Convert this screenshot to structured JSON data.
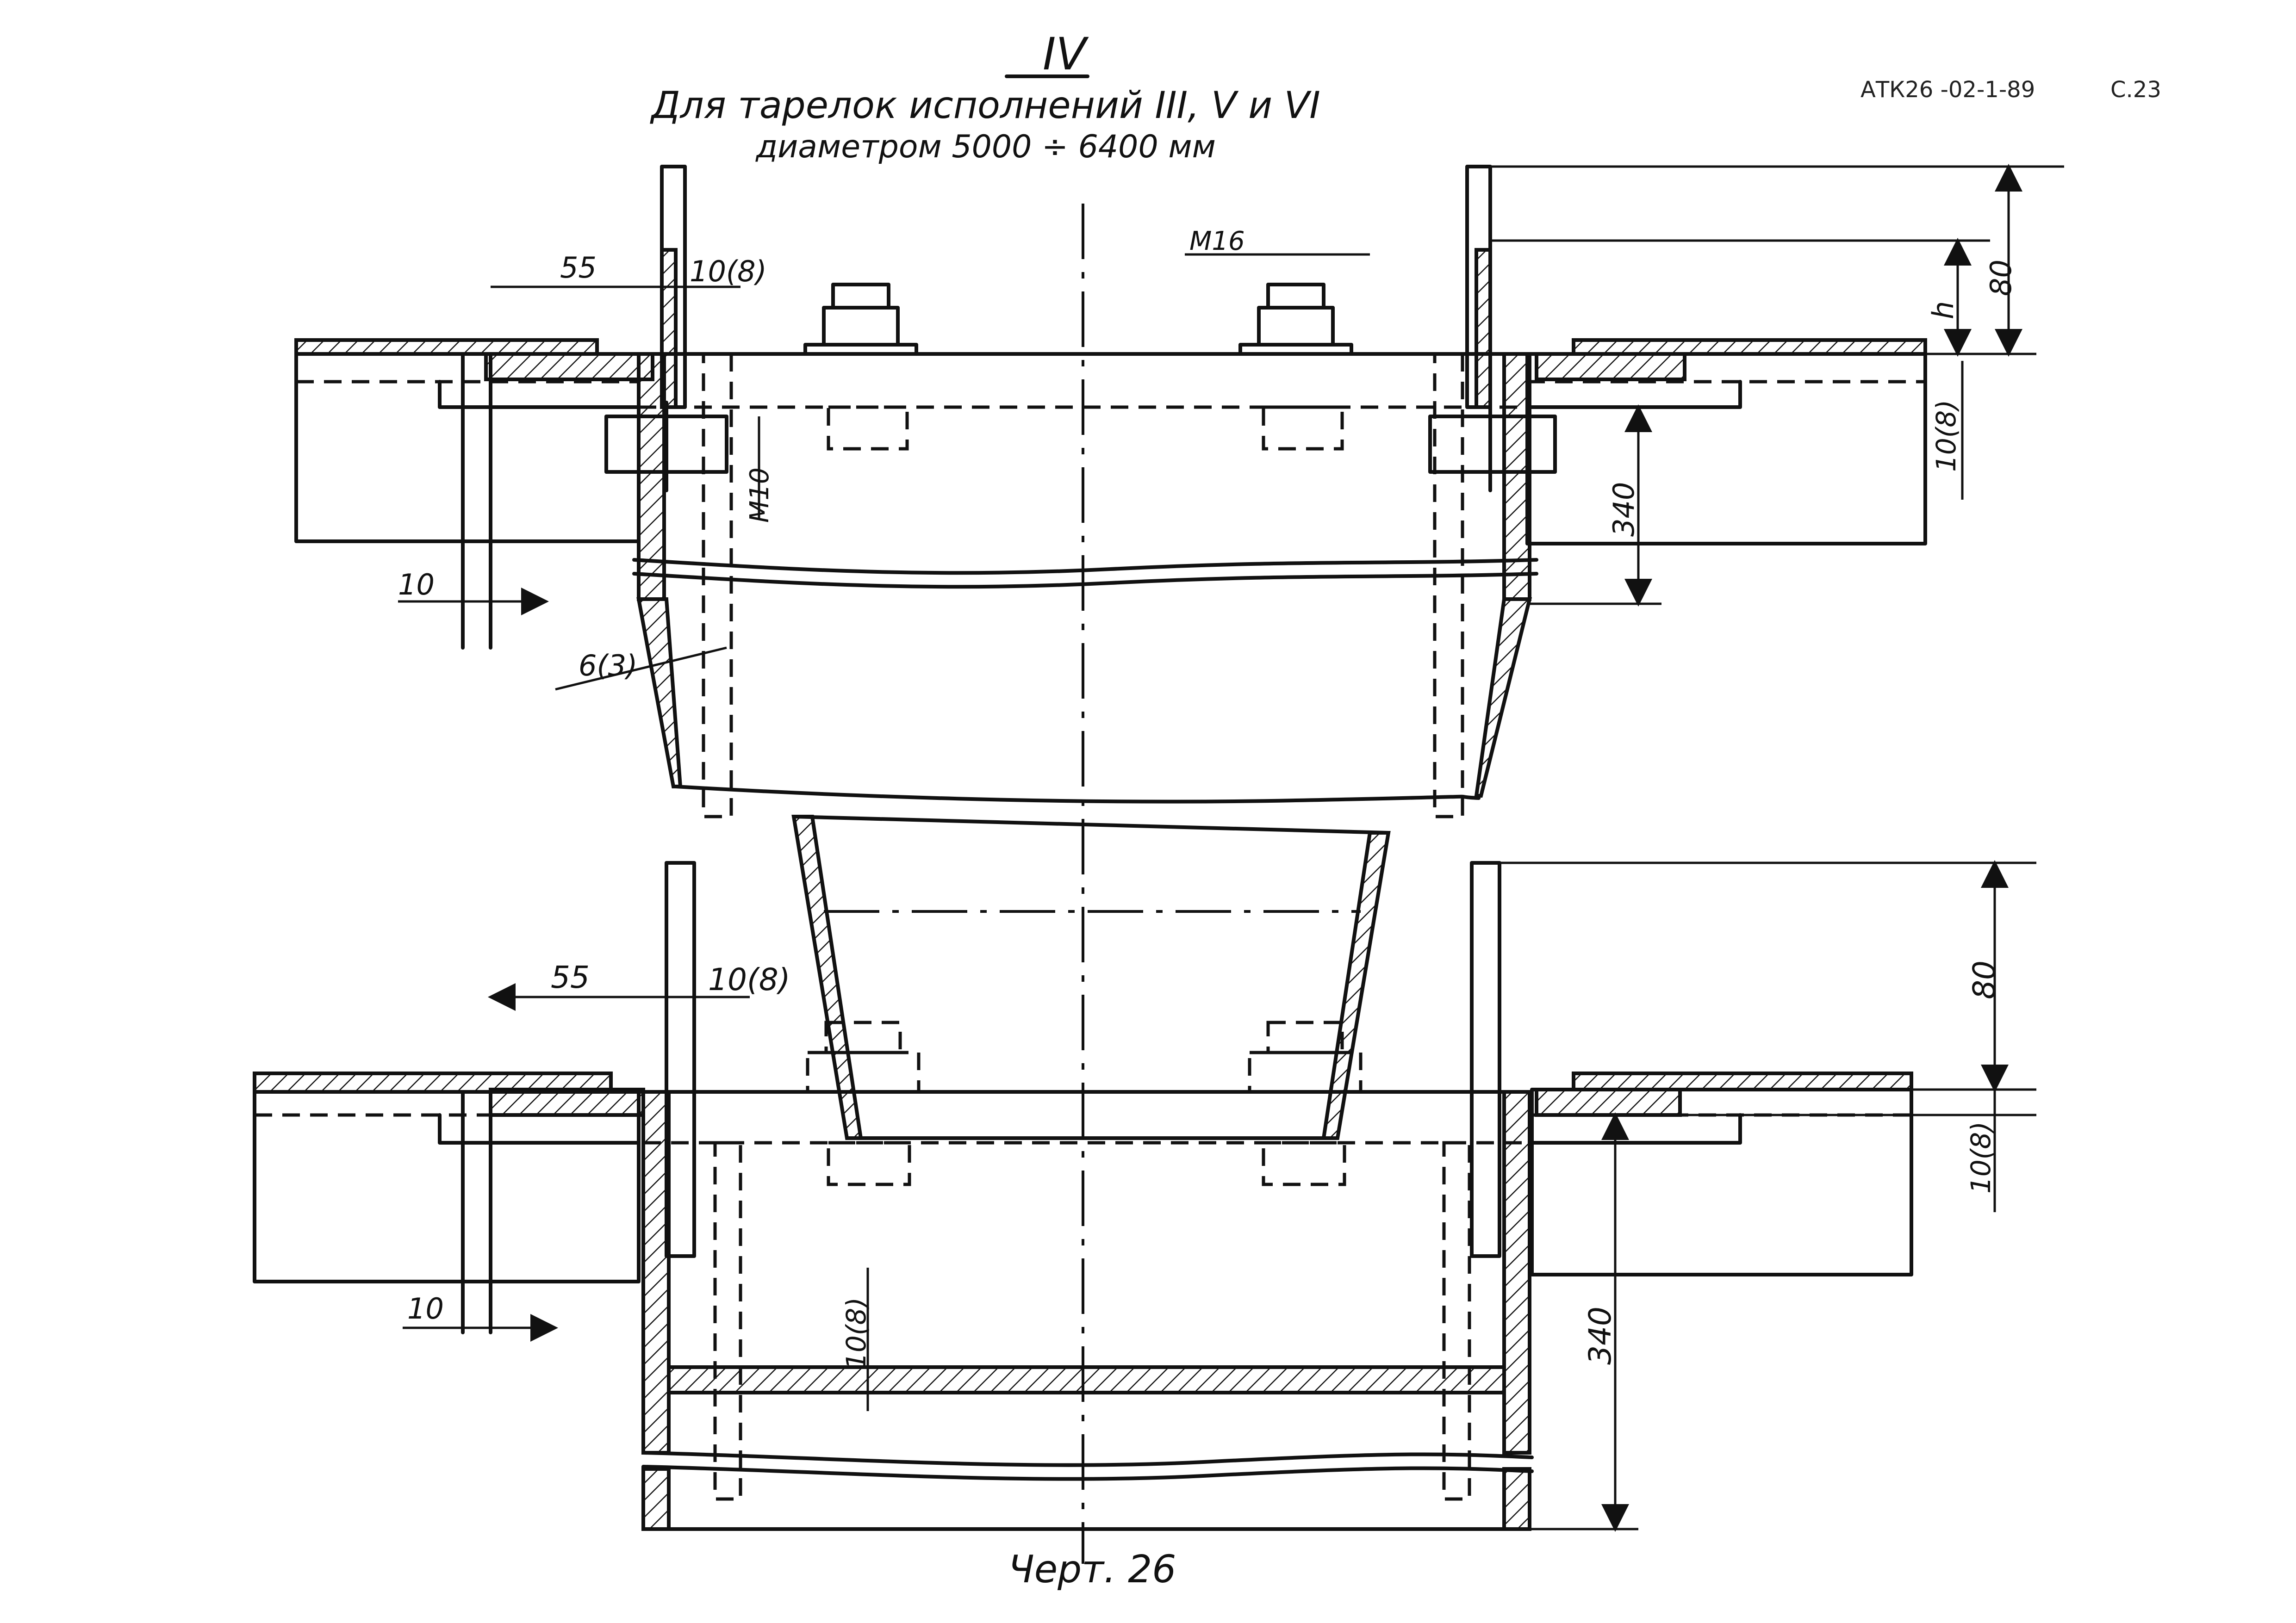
{
  "header": {
    "view_label": "IV",
    "title_line1": "Для тарелок исполнений III, V и VI",
    "title_line2": "диаметром 5000 ÷ 6400 мм",
    "doc_code": "АТК26 -02-1-89",
    "page": "С.23"
  },
  "top_view": {
    "dim_55": "55",
    "dim_thickness": "10(8)",
    "dim_m16": "М16",
    "dim_m10": "М10",
    "dim_10": "10",
    "dim_6_3": "6(3)",
    "dim_h": "h",
    "dim_80": "80",
    "dim_340": "340",
    "dim_plate": "10(8)"
  },
  "bottom_view": {
    "dim_55": "55",
    "dim_thickness": "10(8)",
    "dim_10": "10",
    "dim_inner": "10(8)",
    "dim_80": "80",
    "dim_340": "340",
    "dim_plate": "10(8)"
  },
  "caption": "Черт. 26"
}
